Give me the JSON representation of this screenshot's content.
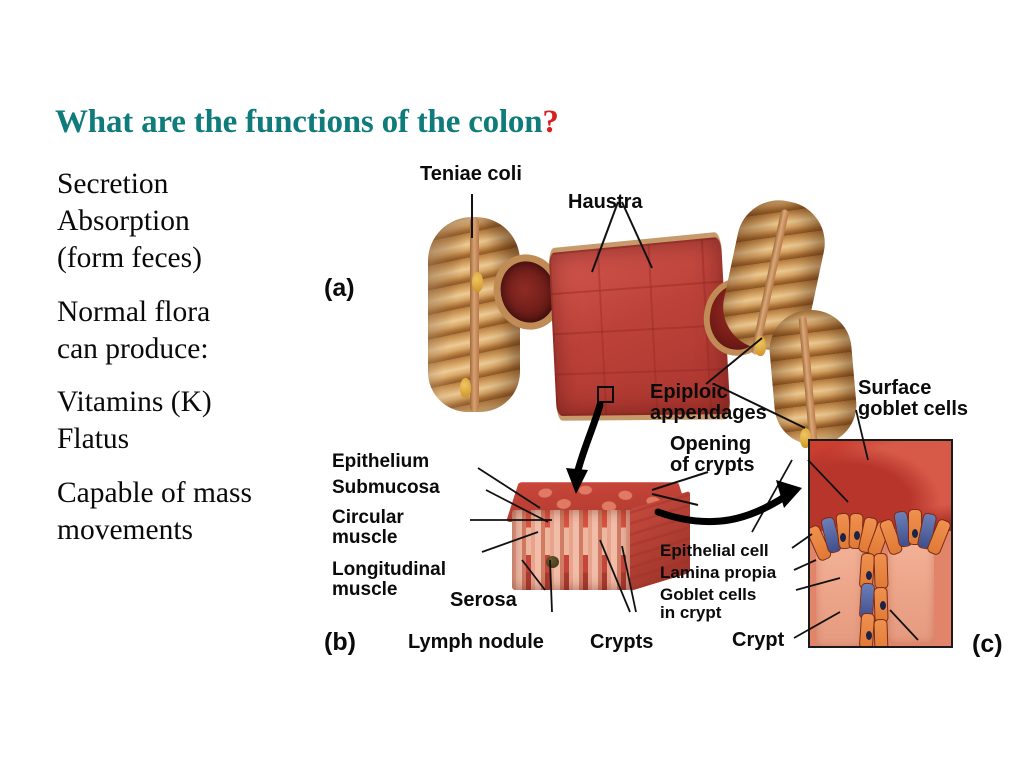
{
  "slide": {
    "background_color": "#ffffff",
    "title": {
      "text_main": "What are the functions of the colon",
      "text_qmark": "?",
      "color": "#0f7b7b",
      "qmark_color": "#d81f20"
    },
    "body_paragraphs": [
      {
        "lines": [
          "Secretion",
          "Absorption",
          "(form feces)"
        ]
      },
      {
        "lines": [
          "Normal flora",
          "can produce:"
        ]
      },
      {
        "lines": [
          "Vitamins (K)",
          "Flatus"
        ]
      },
      {
        "lines": [
          "Capable of mass",
          "movements"
        ]
      }
    ]
  },
  "figure": {
    "panels": [
      {
        "id": "panel-a",
        "letter": "(a)"
      },
      {
        "id": "panel-b",
        "letter": "(b)"
      },
      {
        "id": "panel-c",
        "letter": "(c)"
      }
    ],
    "labels": {
      "teniae_coli": "Teniae coli",
      "haustra": "Haustra",
      "epiploic_appendages": "Epiploic\nappendages",
      "opening_of_crypts": "Opening\nof crypts",
      "epithelium": "Epithelium",
      "submucosa": "Submucosa",
      "circular_muscle": "Circular\nmuscle",
      "longitudinal_muscle": "Longitudinal\nmuscle",
      "serosa": "Serosa",
      "lymph_nodule": "Lymph nodule",
      "crypts": "Crypts",
      "surface_goblet_cells": "Surface\ngoblet cells",
      "epithelial_cell": "Epithelial cell",
      "lamina_propia": "Lamina propia",
      "goblet_cells_in_crypt": "Goblet cells\nin crypt",
      "crypt": "Crypt"
    }
  }
}
